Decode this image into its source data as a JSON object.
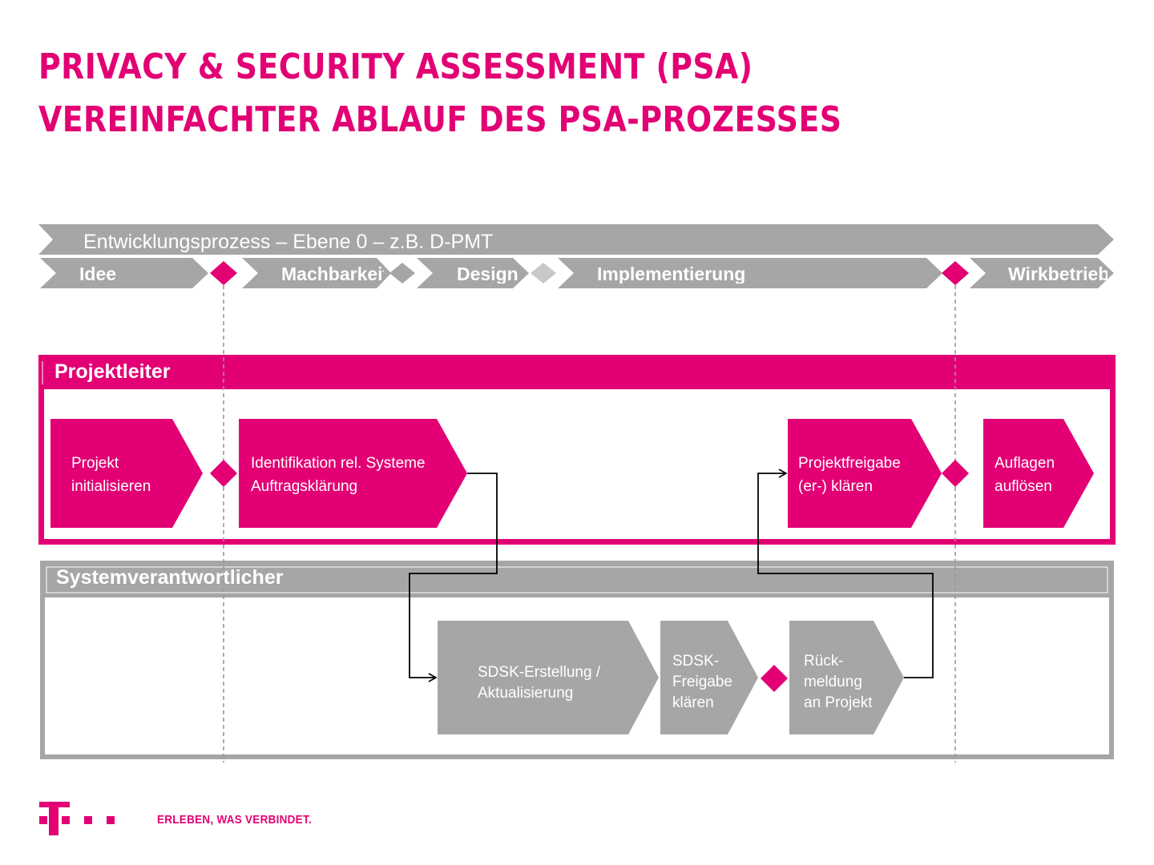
{
  "title": {
    "line1": "PRIVACY & SECURITY ASSESSMENT (PSA)",
    "line2": "VEREINFACHTER ABLAUF DES PSA-PROZESSES"
  },
  "process": {
    "main_label": "Entwicklungsprozess – Ebene 0 – z.B. D-PMT",
    "phases": [
      "Idee",
      "Machbarkeit",
      "Design",
      "Implementierung",
      "Wirkbetrieb"
    ]
  },
  "lanes": {
    "project_lead": {
      "label": "Projektleiter",
      "steps": [
        {
          "label": "Projekt initialisieren"
        },
        {
          "label": "Identifikation rel. Systeme Auftragsklärung"
        },
        {
          "label": "Projektfreigabe (er-) klären"
        },
        {
          "label": "Auflagen auflösen"
        }
      ]
    },
    "system_owner": {
      "label": "Systemverantwortlicher",
      "steps": [
        {
          "label": "SDSK-Erstellung / Aktualisierung"
        },
        {
          "label": "SDSK-Freigabe klären"
        },
        {
          "label": "Rück-meldung an Projekt"
        }
      ]
    }
  },
  "footer": {
    "tagline": "ERLEBEN, WAS VERBINDET."
  },
  "colors": {
    "magenta": "#e20074",
    "gray": "#a6a6a6",
    "light_gray": "#c8c8c8"
  }
}
